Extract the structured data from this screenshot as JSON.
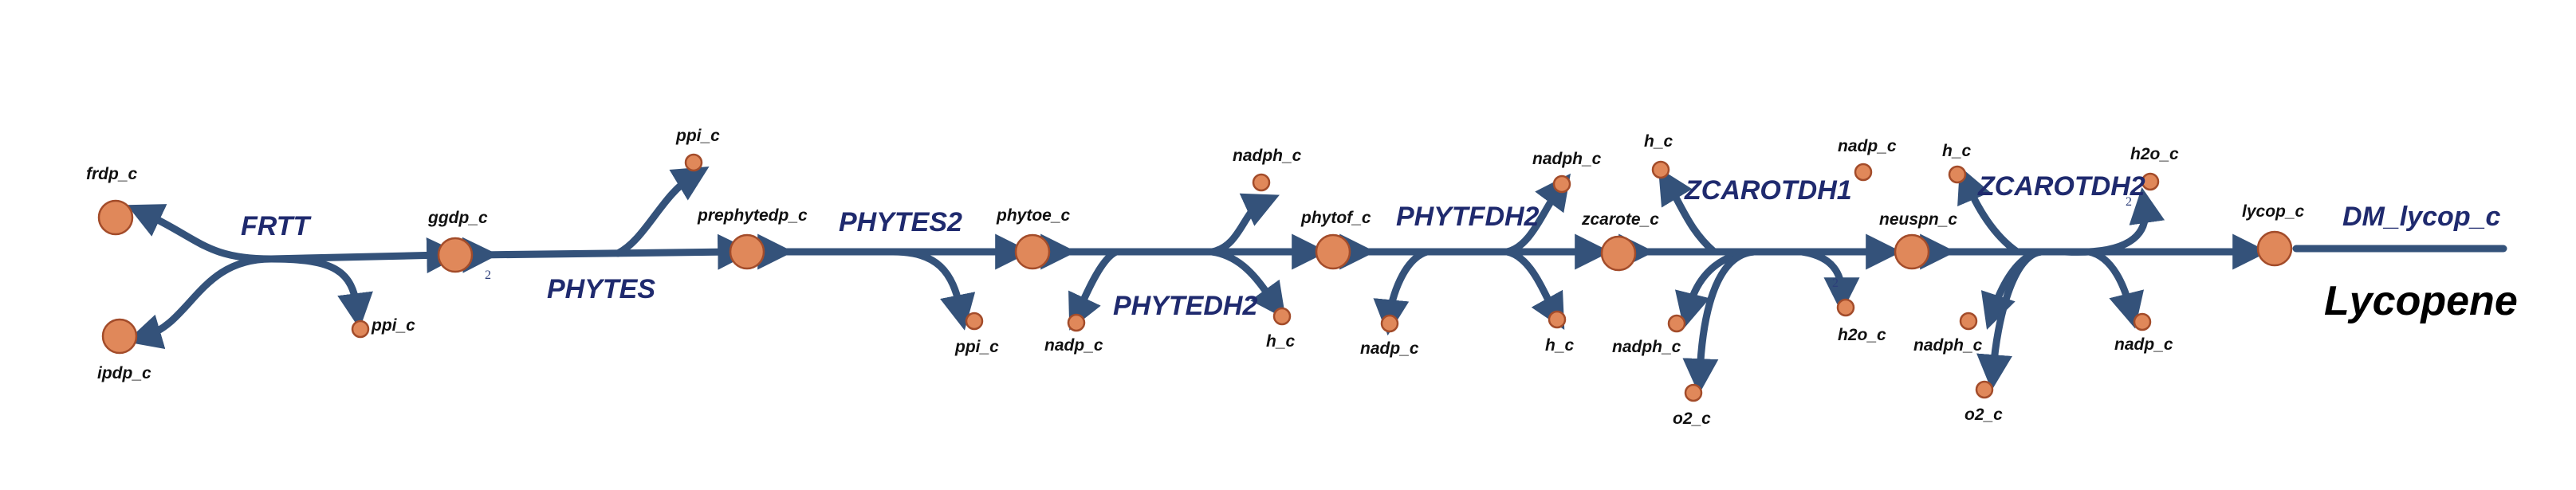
{
  "title": "Lycopene",
  "colors": {
    "reaction_path": "#34527a",
    "metabolite_fill": "#e0885a",
    "metabolite_stroke": "#a34c2a",
    "reaction_label": "#1f2a6e",
    "metabolite_label": "#111111"
  },
  "reactions": [
    {
      "id": "FRTT",
      "label": "FRTT"
    },
    {
      "id": "PHYTES",
      "label": "PHYTES",
      "stoich": "2"
    },
    {
      "id": "PHYTES2",
      "label": "PHYTES2"
    },
    {
      "id": "PHYTEDH2",
      "label": "PHYTEDH2"
    },
    {
      "id": "PHYTFDH2",
      "label": "PHYTFDH2"
    },
    {
      "id": "ZCAROTDH1",
      "label": "ZCAROTDH1",
      "stoich": "2"
    },
    {
      "id": "ZCAROTDH2",
      "label": "ZCAROTDH2",
      "stoich": "2"
    },
    {
      "id": "DM_lycop_c",
      "label": "DM_lycop_c"
    }
  ],
  "metabolites": [
    {
      "id": "frdp",
      "label": "frdp_c"
    },
    {
      "id": "ipdp",
      "label": "ipdp_c"
    },
    {
      "id": "ppi1",
      "label": "ppi_c"
    },
    {
      "id": "ggdp",
      "label": "ggdp_c"
    },
    {
      "id": "ppi2",
      "label": "ppi_c"
    },
    {
      "id": "prephytedp",
      "label": "prephytedp_c"
    },
    {
      "id": "ppi3",
      "label": "ppi_c"
    },
    {
      "id": "phytoe",
      "label": "phytoe_c"
    },
    {
      "id": "nadph1",
      "label": "nadph_c"
    },
    {
      "id": "nadp1",
      "label": "nadp_c"
    },
    {
      "id": "h1",
      "label": "h_c"
    },
    {
      "id": "phytof",
      "label": "phytof_c"
    },
    {
      "id": "nadph2",
      "label": "nadph_c"
    },
    {
      "id": "nadp2",
      "label": "nadp_c"
    },
    {
      "id": "h2",
      "label": "h_c"
    },
    {
      "id": "zcarote",
      "label": "zcarote_c"
    },
    {
      "id": "h3",
      "label": "h_c"
    },
    {
      "id": "nadp3",
      "label": "nadp_c"
    },
    {
      "id": "nadph3",
      "label": "nadph_c"
    },
    {
      "id": "h2o1",
      "label": "h2o_c"
    },
    {
      "id": "o21",
      "label": "o2_c"
    },
    {
      "id": "neuspn",
      "label": "neuspn_c"
    },
    {
      "id": "h4",
      "label": "h_c"
    },
    {
      "id": "h2o2",
      "label": "h2o_c"
    },
    {
      "id": "nadph4",
      "label": "nadph_c"
    },
    {
      "id": "nadp4",
      "label": "nadp_c"
    },
    {
      "id": "o22",
      "label": "o2_c"
    },
    {
      "id": "lycop",
      "label": "lycop_c"
    }
  ]
}
